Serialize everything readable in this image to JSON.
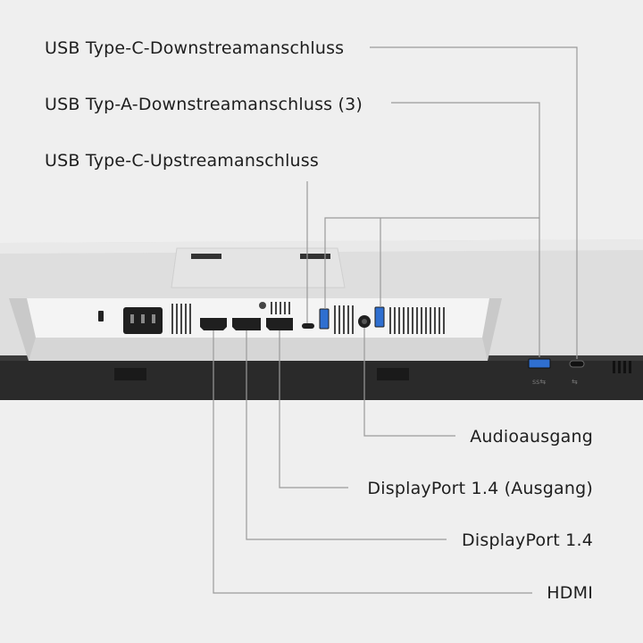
{
  "labels": {
    "usb_c_downstream": "USB Type-C-Downstreamanschluss",
    "usb_a_downstream": "USB Typ-A-Downstreamanschluss (3)",
    "usb_c_upstream": "USB Type-C-Upstreamanschluss",
    "audio_out": "Audioausgang",
    "displayport_out": "DisplayPort 1.4 (Ausgang)",
    "displayport": "DisplayPort 1.4",
    "hdmi": "HDMI"
  },
  "colors": {
    "background": "#efefef",
    "monitor_body": "#dcdcdc",
    "monitor_bezel_dark": "#2a2a2a",
    "port_panel": "#f4f4f4",
    "leader_line": "#9a9a9a",
    "usb_a_blue": "#2f6fd0",
    "text": "#1e1e1e"
  },
  "icons": [
    "power-socket-icon",
    "kensington-lock-icon",
    "usb-symbol-icon"
  ]
}
